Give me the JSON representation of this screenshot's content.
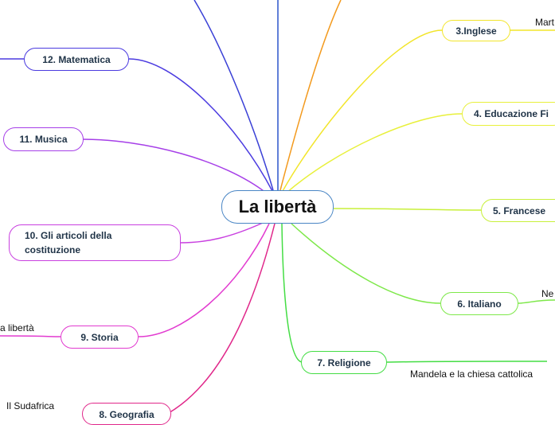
{
  "central": {
    "label": "La libertà"
  },
  "branches": [
    {
      "id": "inglese",
      "label": "3.Inglese",
      "color": "#f2e52a",
      "subtopic": "Mart"
    },
    {
      "id": "educazione-fisica",
      "label": "4. Educazione Fi",
      "color": "#e8f03a"
    },
    {
      "id": "francese",
      "label": "5. Francese",
      "color": "#c8f03a"
    },
    {
      "id": "italiano",
      "label": "6. Italiano",
      "color": "#7ee84a",
      "subtopic": "Ne"
    },
    {
      "id": "religione",
      "label": "7. Religione",
      "color": "#44dd44",
      "subtopic": "Mandela e la chiesa cattolica"
    },
    {
      "id": "geografia",
      "label": "8. Geografia",
      "color": "#e0278a",
      "subtopic": "Il Sudafrica"
    },
    {
      "id": "storia",
      "label": "9. Storia",
      "color": "#e23bd0",
      "subtopic": "a libertà"
    },
    {
      "id": "articoli",
      "label_line1": "10. Gli articoli della",
      "label_line2": "costituzione",
      "color": "#c940e0"
    },
    {
      "id": "musica",
      "label": "11. Musica",
      "color": "#a63fe8"
    },
    {
      "id": "matematica",
      "label": "12. Matematica",
      "color": "#4b3be0"
    }
  ],
  "top_lines": {
    "blue": "#2c55cc",
    "orange": "#f39a1e",
    "indigo": "#3a40d6"
  }
}
